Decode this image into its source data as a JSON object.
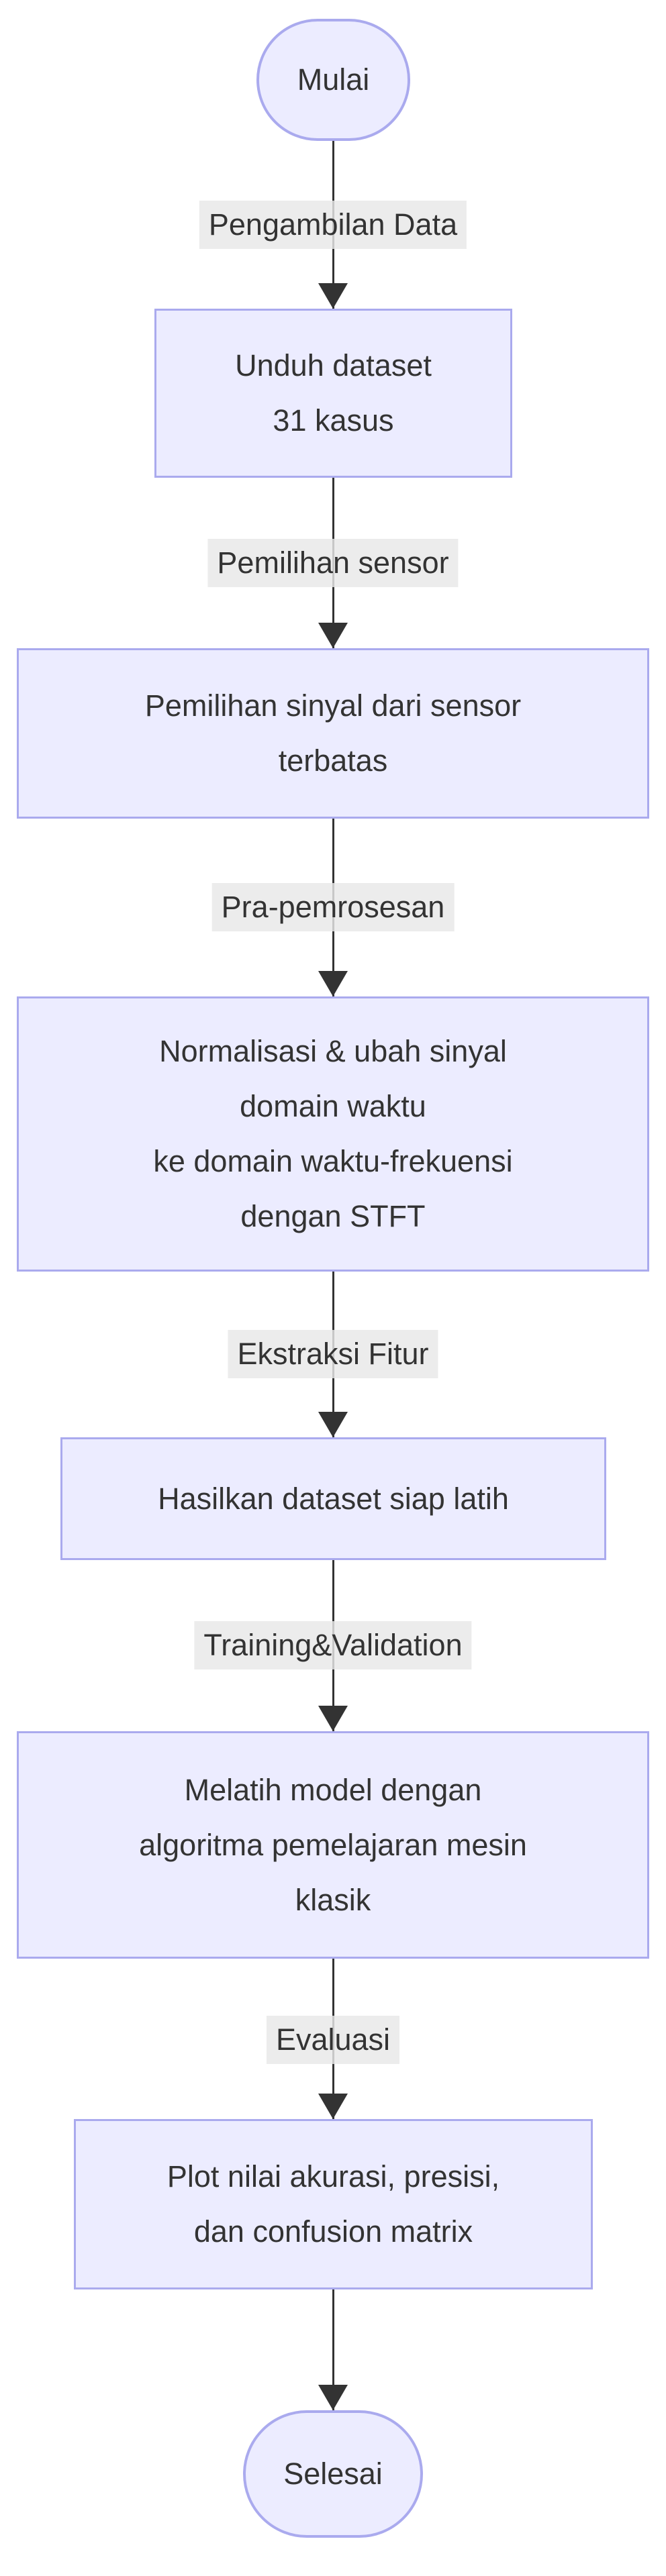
{
  "diagram": {
    "type": "flowchart",
    "direction": "top-down",
    "colors": {
      "node_fill": "#ECECFF",
      "node_border": "#AAAAEE",
      "edge_line": "#333333",
      "edge_label_bg": "#E8E8E8",
      "text": "#333333",
      "background": "#FFFFFF"
    },
    "nodes": [
      {
        "id": "start",
        "shape": "stadium",
        "label": "Mulai"
      },
      {
        "id": "download",
        "shape": "rect",
        "label": "Unduh dataset\n31 kasus"
      },
      {
        "id": "select",
        "shape": "rect",
        "label": "Pemilihan sinyal dari sensor\nterbatas"
      },
      {
        "id": "preprocess",
        "shape": "rect",
        "label": "Normalisasi & ubah sinyal\ndomain waktu\nke domain waktu-frekuensi\ndengan STFT"
      },
      {
        "id": "dataset",
        "shape": "rect",
        "label": "Hasilkan dataset siap latih"
      },
      {
        "id": "train",
        "shape": "rect",
        "label": "Melatih model dengan\nalgoritma pemelajaran mesin\nklasik"
      },
      {
        "id": "plot",
        "shape": "rect",
        "label": "Plot nilai akurasi, presisi,\ndan confusion matrix"
      },
      {
        "id": "end",
        "shape": "stadium",
        "label": "Selesai"
      }
    ],
    "edges": [
      {
        "from": "start",
        "to": "download",
        "label": "Pengambilan Data"
      },
      {
        "from": "download",
        "to": "select",
        "label": "Pemilihan sensor"
      },
      {
        "from": "select",
        "to": "preprocess",
        "label": "Pra-pemrosesan"
      },
      {
        "from": "preprocess",
        "to": "dataset",
        "label": "Ekstraksi Fitur"
      },
      {
        "from": "dataset",
        "to": "train",
        "label": "Training&Validation"
      },
      {
        "from": "train",
        "to": "plot",
        "label": "Evaluasi"
      },
      {
        "from": "plot",
        "to": "end",
        "label": ""
      }
    ]
  }
}
